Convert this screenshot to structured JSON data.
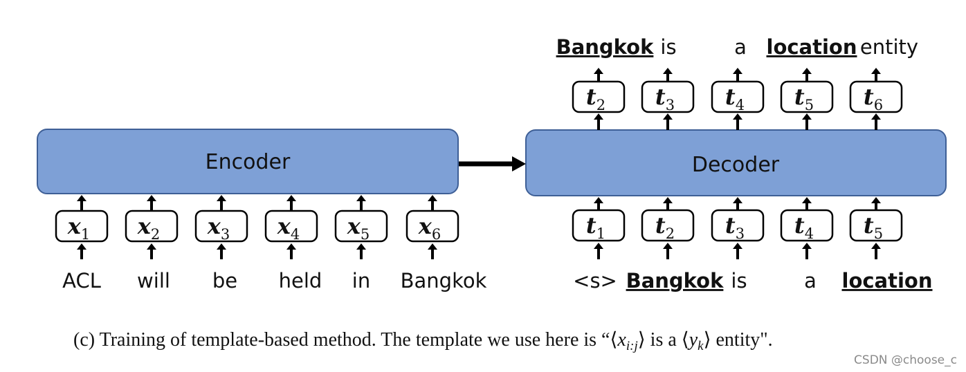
{
  "colors": {
    "block_fill": "#7ea0d6",
    "block_stroke": "#3e5f96",
    "entity_span": "#7ea0d6",
    "entity_type": "#c55a11",
    "arrow": "#000000"
  },
  "encoder": {
    "label": "Encoder",
    "inputs": [
      {
        "token": "x",
        "index": "1",
        "word": "ACL"
      },
      {
        "token": "x",
        "index": "2",
        "word": "will"
      },
      {
        "token": "x",
        "index": "3",
        "word": "be"
      },
      {
        "token": "x",
        "index": "4",
        "word": "held"
      },
      {
        "token": "x",
        "index": "5",
        "word": "in"
      },
      {
        "token": "x",
        "index": "6",
        "word": "Bangkok"
      }
    ]
  },
  "decoder": {
    "label": "Decoder",
    "inputs": [
      {
        "token": "t",
        "index": "1",
        "word": "<s>",
        "style": "plain"
      },
      {
        "token": "t",
        "index": "2",
        "word": "Bangkok",
        "style": "entity_span"
      },
      {
        "token": "t",
        "index": "3",
        "word": "is",
        "style": "plain"
      },
      {
        "token": "t",
        "index": "4",
        "word": "a",
        "style": "plain"
      },
      {
        "token": "t",
        "index": "5",
        "word": "location",
        "style": "entity_type"
      }
    ],
    "outputs": [
      {
        "token": "t",
        "index": "2",
        "word": "Bangkok",
        "style": "entity_span"
      },
      {
        "token": "t",
        "index": "3",
        "word": "is",
        "style": "plain"
      },
      {
        "token": "t",
        "index": "4",
        "word": "a",
        "style": "plain"
      },
      {
        "token": "t",
        "index": "5",
        "word": "location",
        "style": "entity_type"
      },
      {
        "token": "t",
        "index": "6",
        "word": "entity",
        "style": "plain"
      }
    ]
  },
  "caption": {
    "prefix": "(c)  Training of template-based method. The template we use here is “⟨",
    "math1": "x",
    "math1_sub": "i:j",
    "middle": "⟩ is a ⟨",
    "math2": "y",
    "math2_sub": "k",
    "suffix": "⟩ entity\"."
  },
  "watermark": "CSDN @choose_c"
}
